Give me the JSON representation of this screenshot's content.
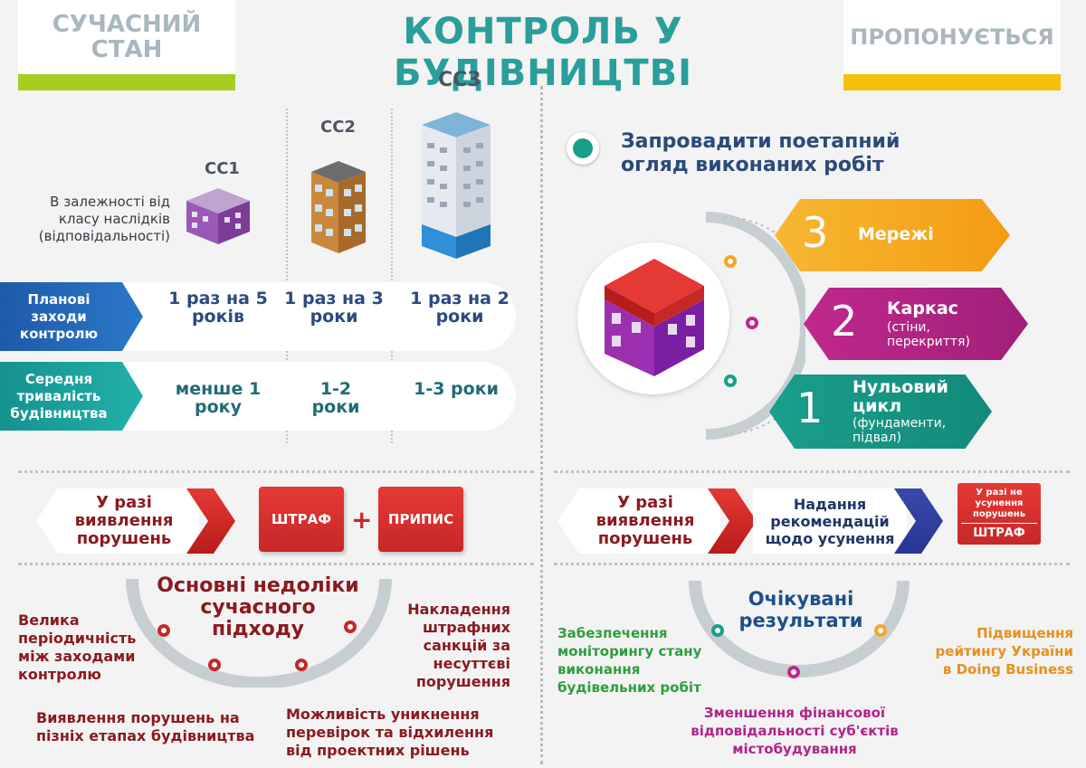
{
  "header": {
    "left_ribbon": "СУЧАСНИЙ СТАН",
    "title": "КОНТРОЛЬ У БУДІВНИЦТВІ",
    "right_ribbon": "ПРОПОНУЄТЬСЯ"
  },
  "classes": {
    "cc1": "СС1",
    "cc2": "СС2",
    "cc3": "СС3",
    "dependency_text": "В залежності від класу наслідків (відповідальності)"
  },
  "rows": {
    "planned": {
      "label": "Планові заходи контролю",
      "cc1": "1 раз на 5 років",
      "cc2": "1 раз на 3 роки",
      "cc3": "1 раз на 2 роки"
    },
    "duration": {
      "label": "Середня тривалість будівництва",
      "cc1": "менше 1 року",
      "cc2": "1-2 роки",
      "cc3": "1-3 роки"
    }
  },
  "left_violation": {
    "label": "У разі виявлення порушень",
    "fine": "ШТРАФ",
    "plus": "+",
    "order": "ПРИПИС"
  },
  "left_bottom": {
    "title": "Основні недоліки сучасного підходу",
    "items": [
      "Велика періодичність між заходами контролю",
      "Виявлення порушень на пізніх етапах будівництва",
      "Можливість уникнення перевірок та відхилення від проектних рішень",
      "Накладення штрафних санкцій за несуттєві порушення"
    ]
  },
  "right_top": {
    "title": "Запровадити поетапний огляд виконаних робіт",
    "stages": [
      {
        "num": "3",
        "title": "Мережі",
        "sub": ""
      },
      {
        "num": "2",
        "title": "Каркас",
        "sub": "(стіни, перекриття)"
      },
      {
        "num": "1",
        "title": "Нульовий цикл",
        "sub": "(фундаменти, підвал)"
      }
    ]
  },
  "right_violation": {
    "label": "У разі виявлення порушень",
    "recommend": "Надання рекомендацій щодо усунення",
    "small_top": "У разі не усунення порушень",
    "small_fine": "ШТРАФ"
  },
  "right_bottom": {
    "title": "Очікувані результати",
    "items": [
      "Забезпечення моніторингу стану виконання будівельних робіт",
      "Зменшення фінансової відповідальності суб'єктів містобудування",
      "Підвищення рейтингу України в Doing Business"
    ]
  },
  "colors": {
    "teal": "#2a9e9a",
    "green_ribbon": "#a7cd22",
    "yellow_ribbon": "#f4c20e",
    "blue_arrow": "#1e5aa8",
    "teal_arrow": "#16928f",
    "red": "#c62828",
    "stage3": "#f5a623",
    "stage2": "#c0288c",
    "stage1": "#1a9e8c"
  }
}
